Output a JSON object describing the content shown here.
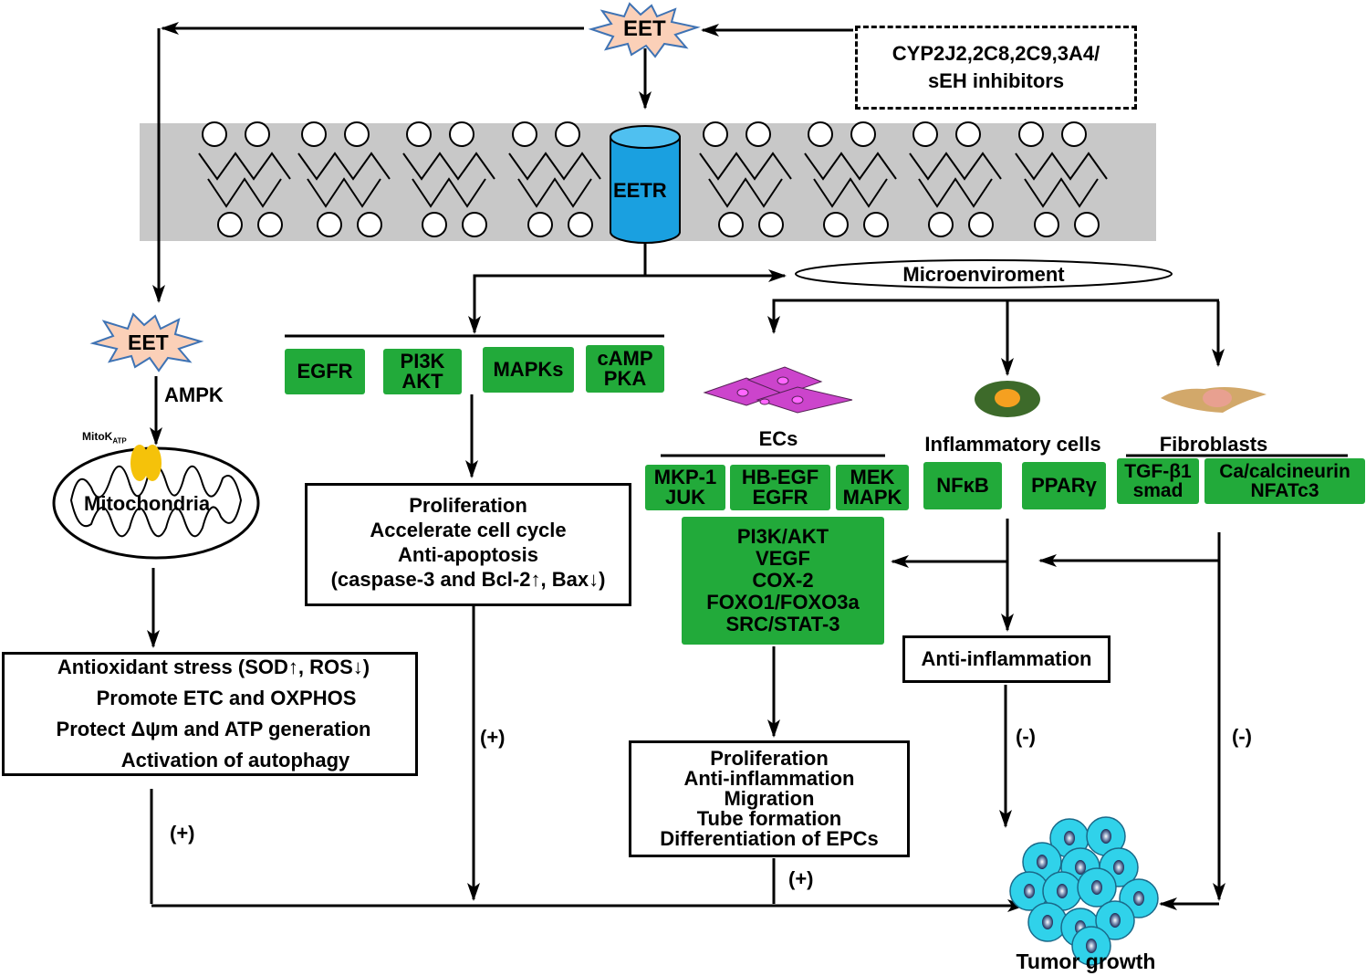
{
  "source": {
    "line1": "CYP2J2,2C8,2C9,3A4/",
    "line2": "sEH inhibitors"
  },
  "eet_top": "EET",
  "eet_left": "EET",
  "eetr": "EETR",
  "microenvironment": "Microenviroment",
  "ampk": "AMPK",
  "mitok": {
    "base": "MitoK",
    "sub": "ATP"
  },
  "mitochondria": "Mitochondria",
  "mito_effects": [
    "Antioxidant stress (SOD↑, ROS↓)",
    "Promote ETC and OXPHOS",
    "Protect Δψm and ATP generation",
    "Activation of autophagy"
  ],
  "receptors": [
    {
      "lines": [
        "EGFR"
      ]
    },
    {
      "lines": [
        "PI3K",
        "AKT"
      ]
    },
    {
      "lines": [
        "MAPKs"
      ]
    },
    {
      "lines": [
        "cAMP",
        "PKA"
      ]
    }
  ],
  "tumor_effects": {
    "title": "Proliferation",
    "lines": [
      "Accelerate cell cycle",
      "Anti-apoptosis",
      "(caspase-3 and Bcl-2↑, Bax↓)"
    ]
  },
  "cells": {
    "ecs": "ECs",
    "inflammatory": "Inflammatory cells",
    "fibroblasts": "Fibroblasts"
  },
  "ec_pathways": [
    {
      "lines": [
        "MKP-1",
        "JUK"
      ]
    },
    {
      "lines": [
        "HB-EGF",
        "EGFR"
      ]
    },
    {
      "lines": [
        "MEK",
        "MAPK"
      ]
    }
  ],
  "inflam_pathways": [
    {
      "lines": [
        "NFκB"
      ]
    },
    {
      "lines": [
        "PPARγ"
      ]
    }
  ],
  "fibro_pathways": [
    {
      "lines": [
        "TGF-β1",
        "smad"
      ]
    },
    {
      "lines": [
        "Ca/calcineurin",
        "NFATc3"
      ]
    }
  ],
  "central_signaling": [
    "PI3K/AKT",
    "VEGF",
    "COX-2",
    "FOXO1/FOXO3a",
    "SRC/STAT-3"
  ],
  "anti_inflammation": "Anti-inflammation",
  "ec_effects": [
    "Proliferation",
    "Anti-inflammation",
    "Migration",
    "Tube formation",
    "Differentiation of  EPCs"
  ],
  "signs": {
    "mito": "(+)",
    "tumor": "(+)",
    "ec": "(+)",
    "inflam": "(-)",
    "fibro": "(-)"
  },
  "tumor_growth": "Tumor growth",
  "colors": {
    "membrane": "#c8c8c8",
    "receptor": "#1aa0e0",
    "pathway_green": "#22aa3a",
    "star": "#fbd0b8",
    "star_stroke": "#3f73b4",
    "tumor_cell": "#30d2ea",
    "mito_channel": "#f5c20a",
    "ec_cell": "#cc44cc"
  }
}
